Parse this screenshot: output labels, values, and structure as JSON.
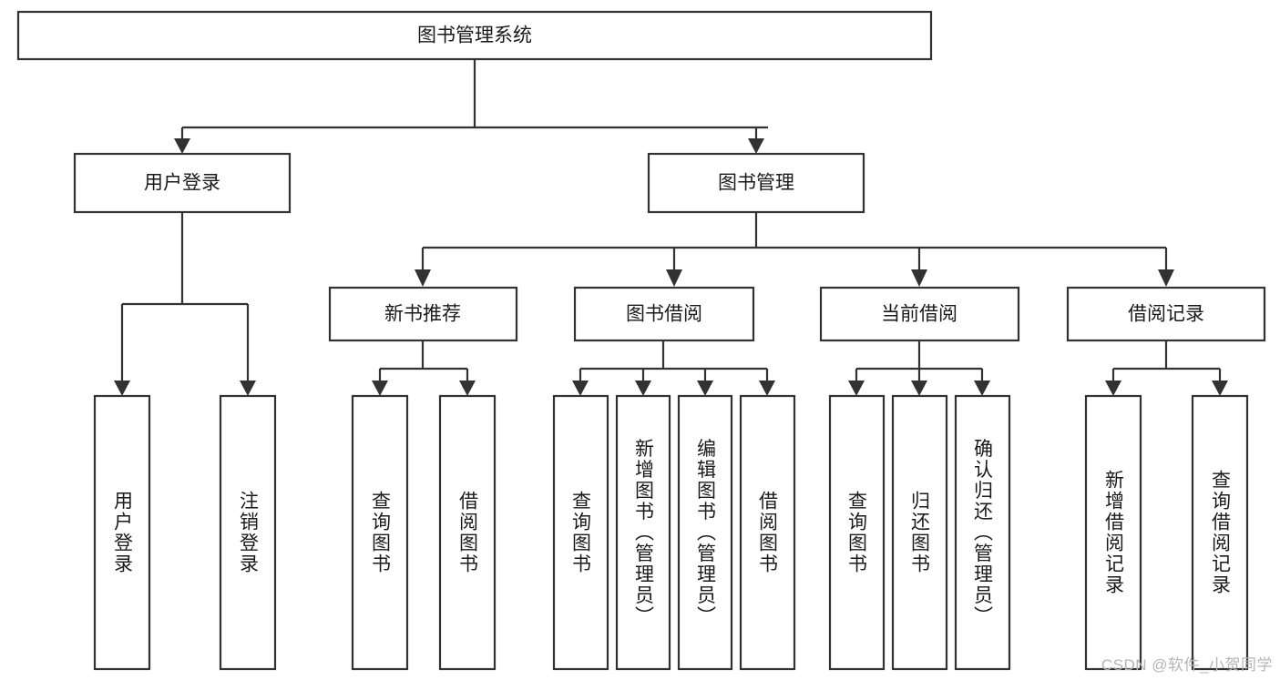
{
  "diagram": {
    "type": "tree-hierarchy-chart",
    "root": {
      "id": "root",
      "label": "图书管理系统"
    },
    "level2": [
      {
        "id": "user-login",
        "label": "用户登录"
      },
      {
        "id": "book-manage",
        "label": "图书管理"
      }
    ],
    "level3": [
      {
        "id": "new-book-rec",
        "label": "新书推荐",
        "parent": "book-manage"
      },
      {
        "id": "book-borrow",
        "label": "图书借阅",
        "parent": "book-manage"
      },
      {
        "id": "current-borrow",
        "label": "当前借阅",
        "parent": "book-manage"
      },
      {
        "id": "borrow-record",
        "label": "借阅记录",
        "parent": "book-manage"
      }
    ],
    "leaves": {
      "user-login": [
        {
          "id": "leaf-user-login",
          "label": "用户登录"
        },
        {
          "id": "leaf-user-logout",
          "label": "注销登录"
        }
      ],
      "new-book-rec": [
        {
          "id": "leaf-query-book-1",
          "label": "查询图书"
        },
        {
          "id": "leaf-borrow-book-1",
          "label": "借阅图书"
        }
      ],
      "book-borrow": [
        {
          "id": "leaf-query-book-2",
          "label": "查询图书"
        },
        {
          "id": "leaf-add-book",
          "label": "新增图书（管理员）"
        },
        {
          "id": "leaf-edit-book",
          "label": "编辑图书（管理员）"
        },
        {
          "id": "leaf-borrow-book-2",
          "label": "借阅图书"
        }
      ],
      "current-borrow": [
        {
          "id": "leaf-query-book-3",
          "label": "查询图书"
        },
        {
          "id": "leaf-return-book",
          "label": "归还图书"
        },
        {
          "id": "leaf-confirm-return",
          "label": "确认归还（管理员）"
        }
      ],
      "borrow-record": [
        {
          "id": "leaf-add-record",
          "label": "新增借阅记录"
        },
        {
          "id": "leaf-query-record",
          "label": "查询借阅记录"
        }
      ]
    }
  },
  "watermark": {
    "text": "CSDN @软件_小贺同学"
  },
  "colors": {
    "stroke": "#323232",
    "fill": "#ffffff",
    "text": "#1a1a1a",
    "watermark": "#b5b5b5"
  }
}
